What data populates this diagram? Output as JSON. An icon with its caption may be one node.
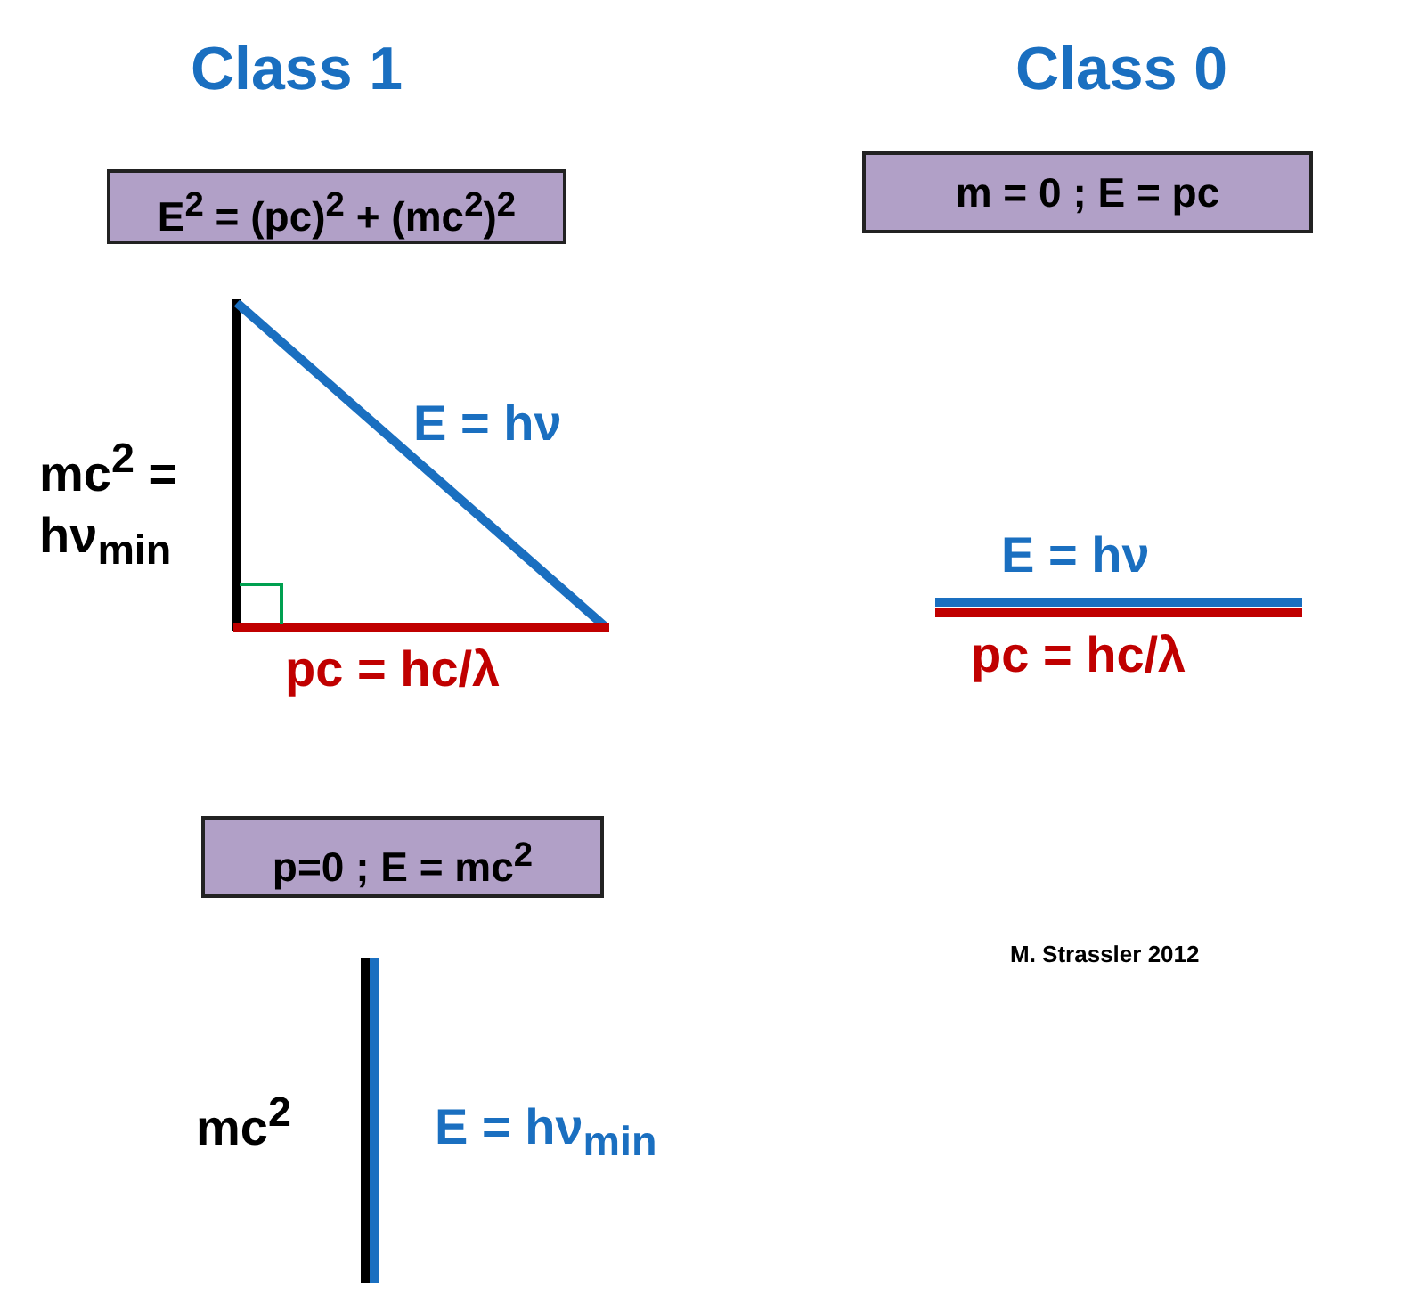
{
  "diagram": {
    "nodes": [
      {
        "text": [
          "E$^{2}$ = (pc)$^{2}$ + (mc$^{2}$)$^{2}$"
        ]
      },
      {
        "text": [
          "m = 0 ; E = pc"
        ]
      },
      {
        "text": [
          "p=0 ; E = mc$^{2}$"
        ]
      }
    ],
    "labels": [
      "Class 1",
      "Class 0",
      "mc$^{2}$ = hν$_{min}$",
      "E = hν",
      "pc = hc/λ",
      "E = hν",
      "pc = hc/λ",
      "mc$^{2}$",
      "E = hν$_{min}$",
      "M. Strassler 2012"
    ]
  }
}
